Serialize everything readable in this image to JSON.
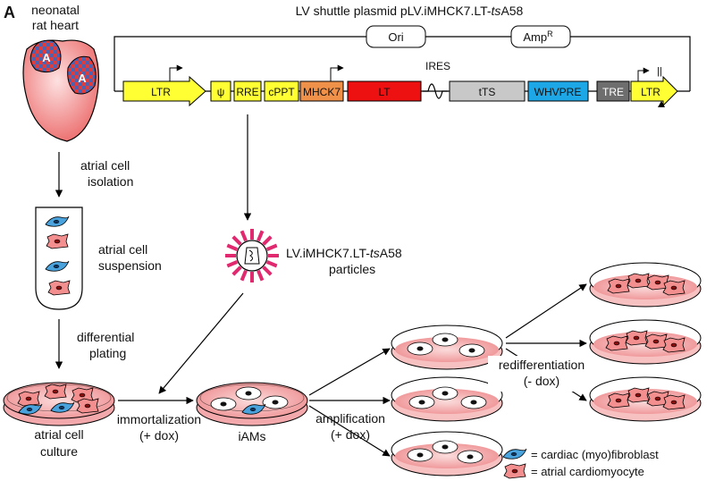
{
  "panel_label": "A",
  "heart": {
    "line1": "neonatal",
    "line2": "rat heart",
    "atrium_label": "A"
  },
  "plasmid": {
    "title_prefix": "LV shuttle plasmid pLV.iMHCK7.LT-",
    "title_italic": "ts",
    "title_suffix": "A58",
    "ori": "Ori",
    "amp": "Amp",
    "amp_sup": "R",
    "ires": "IRES",
    "elements": {
      "ltr_left": "LTR",
      "psi": "ψ",
      "rre": "RRE",
      "cppt": "cPPT",
      "mhck7": "MHCK7",
      "lt": "LT",
      "tts": "tTS",
      "whvpre": "WHVPRE",
      "tre": "TRE",
      "ltr_right": "LTR"
    },
    "stop_mark": "||"
  },
  "steps": {
    "isolation_1": "atrial cell",
    "isolation_2": "isolation",
    "suspension_1": "atrial cell",
    "suspension_2": "suspension",
    "plating_1": "differential",
    "plating_2": "plating",
    "culture_1": "atrial cell",
    "culture_2": "culture",
    "immort_1": "immortalization",
    "immort_2": "(+ dox)",
    "iams": "iAMs",
    "amp_1": "amplification",
    "amp_2": "(+ dox)",
    "redif_1": "redifferentiation",
    "redif_2": "(- dox)"
  },
  "particles": {
    "line1_prefix": "LV.iMHCK7.LT-",
    "line1_italic": "ts",
    "line1_suffix": "A58",
    "line2": "particles"
  },
  "legend": {
    "fibroblast": "= cardiac (myo)fibroblast",
    "cardiomyocyte": "= atrial cardiomyocyte"
  },
  "colors": {
    "yellow": "#ffff33",
    "orange": "#f0914a",
    "red": "#ee1111",
    "grey": "#c8c8c8",
    "blue": "#1ea7e6",
    "darkgrey": "#6e6e6e",
    "heart": "#f07f7f",
    "dish": "#f0999b",
    "checker_red": "#e23b3b",
    "checker_blue": "#4b63b0",
    "magenta": "#e0296f"
  }
}
